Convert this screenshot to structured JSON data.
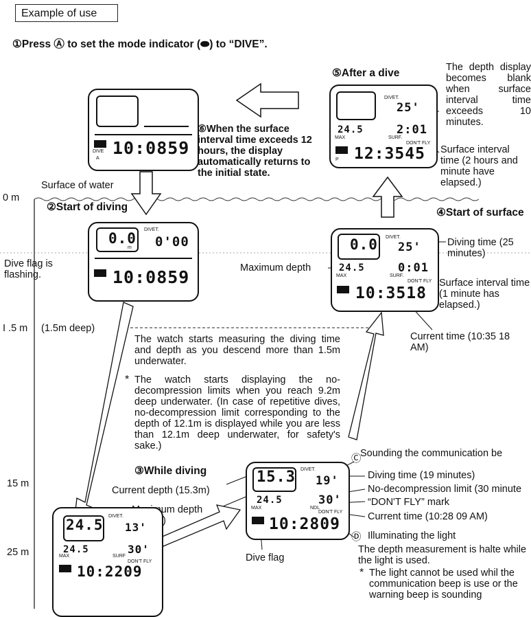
{
  "header": {
    "title": "Example of use"
  },
  "steps": {
    "s1": "①Press Ⓐ to set the mode indicator (⬬) to “DIVE”.",
    "s2": "②Start of diving",
    "s3": "③While diving",
    "s4": "④Start of surface",
    "s5": "⑤After a dive",
    "s6": "⑥When the surface interval time exceeds 12 hours, the display automatically returns to the initial state."
  },
  "depth_scale": {
    "d0": "0 m",
    "d1": "I .5 m",
    "d2": "15 m",
    "d3": "25 m",
    "surface": "Surface of water",
    "deep": "(1.5m deep)"
  },
  "notes": {
    "after_dive": "The depth display becomes blank when surface interval time exceeds 10 minutes.",
    "surface_interval_2h": "Surface interval time (2 hours and minute have elapsed.)",
    "dive_flag_flashing": "Dive flag is flashing.",
    "max_depth": "Maximum depth",
    "diving_time_25": "Diving time (25 minutes)",
    "surface_interval_1m": "Surface interval time (1 minute has elapsed.)",
    "current_time_1035": "Current time (10:35 18 AM)",
    "measure": "The watch starts measuring the diving time and depth as you descend more than 1.5m underwater.",
    "ndl": "The watch starts displaying the no-decompression limits when you reach 9.2m deep underwater. (In case of repetitive dives, no-decompression limit corresponding to the depth of 12.1m is displayed while you are less than 12.1m deep underwater, for safety's sake.)",
    "sounding": "Sounding the communication be",
    "current_depth": "Current depth (15.3m)",
    "max_depth_245": "Maximum depth (24.5m)",
    "diving_time_19": "Diving time (19 minutes)",
    "ndl_30": "No-decompression limit (30 minute",
    "dont_fly": "“DON'T FLY” mark",
    "current_time_1028": "Current time (10:28 09 AM)",
    "illum": "Illuminating the light",
    "halted": "The depth measurement is halte while the light is used.",
    "light_note": "The light cannot be used whil the communication beep is use or the warning beep is sounding",
    "dive_flag": "Dive flag",
    "label_c": "Ⓒ",
    "label_d": "Ⓓ"
  },
  "displays": {
    "w1": {
      "time": "10:0859",
      "dive": "DIVE",
      "p": "A"
    },
    "w2": {
      "depth": "0.0",
      "dtime": "0'00",
      "divet": "DIVET.",
      "m": "m",
      "time": "10:0859"
    },
    "w3": {
      "depth": "0.0",
      "dtime": "25'",
      "max": "24.5",
      "sint": "0:01",
      "time": "10:3518",
      "divet": "DIVET.",
      "dontfly": "DON'T FLY",
      "maxlbl": "MAX",
      "surf": "SURF."
    },
    "w4": {
      "dtime": "25'",
      "max": "24.5",
      "sint": "2:01",
      "time": "12:3545",
      "divet": "DIVET.",
      "dontfly": "DON'T FLY",
      "maxlbl": "MAX",
      "surf": "SURF.",
      "p": "P"
    },
    "w5": {
      "depth": "15.3",
      "dtime": "19'",
      "max": "24.5",
      "ndl": "30'",
      "time": "10:2809",
      "divet": "DIVET.",
      "dontfly": "DON'T FLY",
      "maxlbl": "MAX",
      "ndlbl": "NDL"
    },
    "w6": {
      "depth": "24.5",
      "dtime": "13'",
      "max": "24.5",
      "ndl": "30'",
      "time": "10:2209",
      "divet": "DIVET.",
      "dontfly": "DON'T FLY",
      "maxlbl": "MAX",
      "surf": "SURF"
    }
  },
  "colors": {
    "ink": "#111111"
  }
}
